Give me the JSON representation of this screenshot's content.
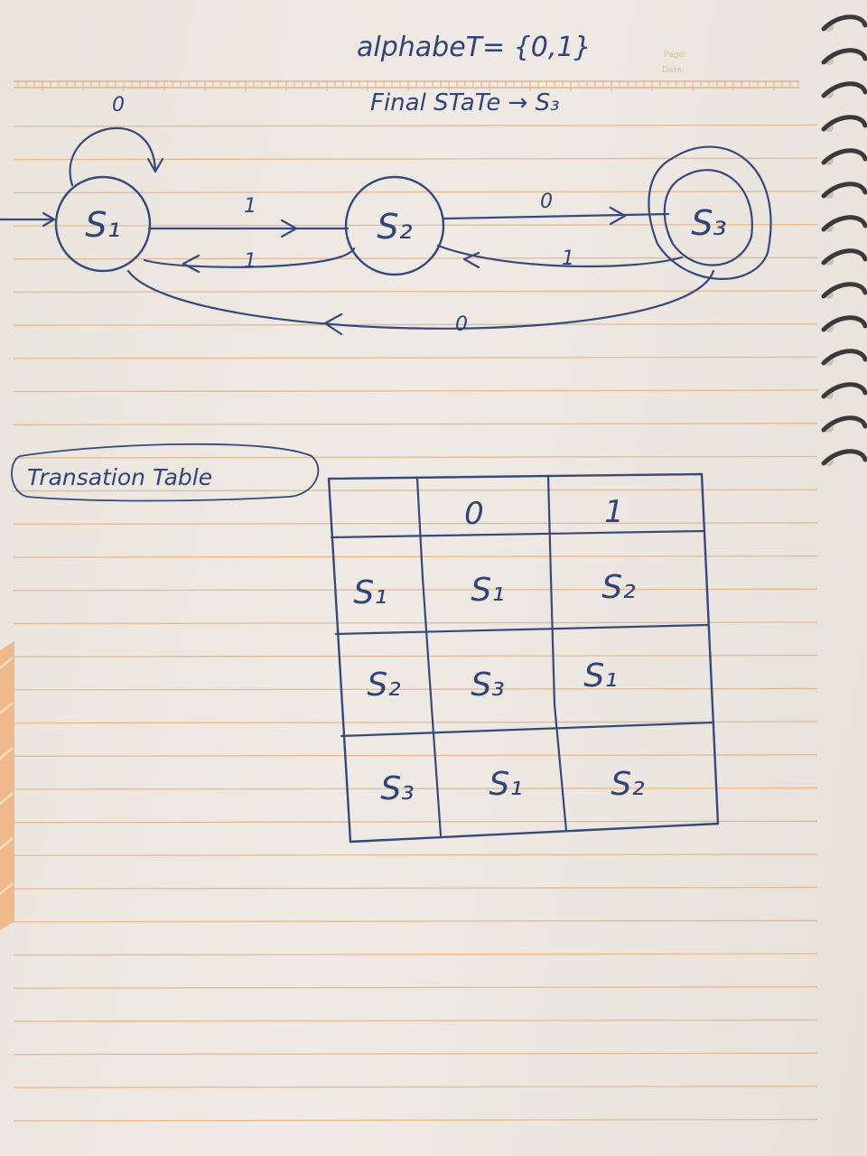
{
  "header": {
    "alphabet": "alphabeT= {0,1}",
    "final_state": "Final STaTe → S₃",
    "page_label": "Page:",
    "date_label": "Date:"
  },
  "diagram": {
    "states": [
      {
        "id": "s1",
        "label": "S₁"
      },
      {
        "id": "s2",
        "label": "S₂"
      },
      {
        "id": "s3",
        "label": "S₃"
      }
    ],
    "edges": [
      {
        "id": "s1-s1",
        "label": "0"
      },
      {
        "id": "s1-s2",
        "label": "1"
      },
      {
        "id": "s2-s1",
        "label": "1"
      },
      {
        "id": "s2-s3",
        "label": "0"
      },
      {
        "id": "s3-s2",
        "label": "1"
      },
      {
        "id": "s3-s1",
        "label": "0"
      }
    ]
  },
  "table": {
    "title": "Transation Table",
    "columns": [
      "",
      "0",
      "1"
    ],
    "rows": [
      [
        "S₁",
        "S₁",
        "S₂"
      ],
      [
        "S₂",
        "S₃",
        "S₁"
      ],
      [
        "S₃",
        "S₁",
        "S₂"
      ]
    ]
  },
  "colors": {
    "ink": "#35497f",
    "ruled_line": "#e7b88f",
    "paper": "#ece7df",
    "margin_band": "#f0b98c"
  }
}
